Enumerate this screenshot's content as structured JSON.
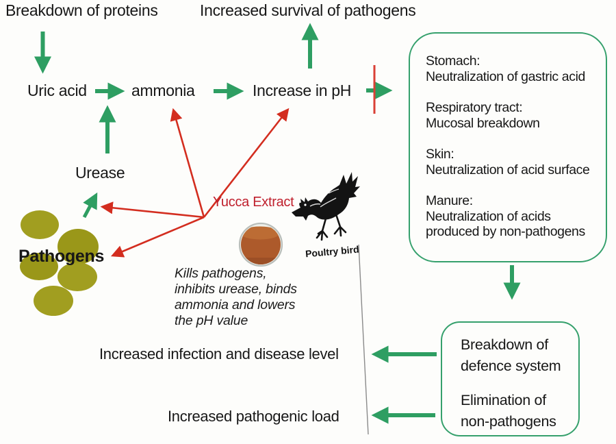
{
  "top": {
    "breakdown": "Breakdown of proteins",
    "survival": "Increased survival of pathogens"
  },
  "chain": {
    "uric_acid": "Uric acid",
    "ammonia": "ammonia",
    "increase_ph": "Increase in pH",
    "urease": "Urease",
    "pathogens": "Pathogens"
  },
  "yucca": {
    "label": "Yucca Extract",
    "description": "Kills pathogens, inhibits urease, binds ammonia and lowers the pH value",
    "bird_label": "Poultry bird"
  },
  "effects_box": {
    "items": [
      {
        "site": "Stomach:",
        "effect": "Neutralization of gastric acid"
      },
      {
        "site": "Respiratory tract:",
        "effect": "Mucosal breakdown"
      },
      {
        "site": "Skin:",
        "effect": "Neutralization of acid surface"
      },
      {
        "site": "Manure:",
        "effect": "Neutralization of acids produced by non-pathogens"
      }
    ]
  },
  "outcome_box": {
    "line1": "Breakdown of defence system",
    "line2": "Elimination of non-pathogens"
  },
  "bottom": {
    "infection": "Increased infection and disease level",
    "load": "Increased pathogenic load"
  },
  "colors": {
    "arrow_green": "#2e9e62",
    "box_border_green": "#35a06c",
    "arrow_red": "#d32d1f",
    "inhibit_red": "#d94036",
    "yucca_text_red": "#bf1f2c",
    "pathogen_olive": "#a19e20",
    "extract_liquid_brown": "#ad5a2b"
  }
}
